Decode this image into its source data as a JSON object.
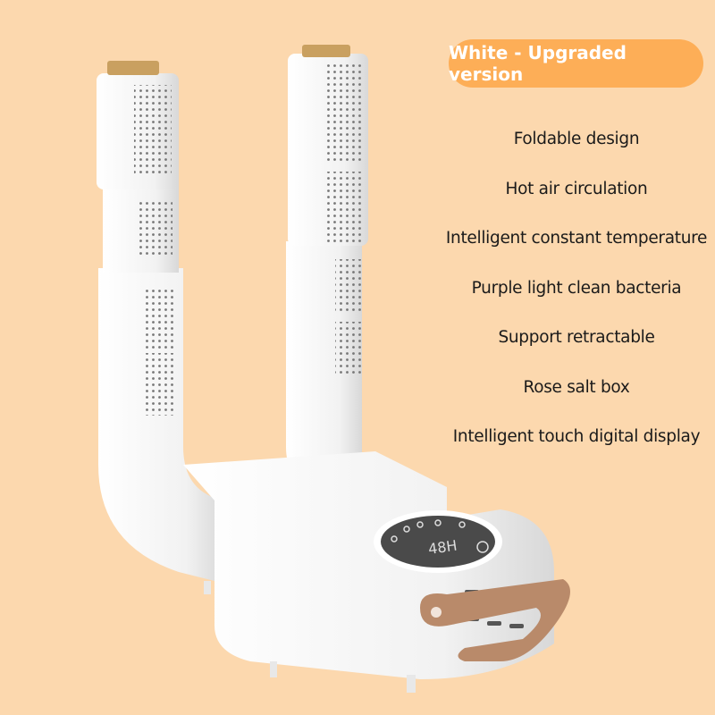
{
  "badge": {
    "label": "White - Upgraded version",
    "color": "#fdae57"
  },
  "features": [
    "Foldable design",
    "Hot air circulation",
    "Intelligent constant temperature",
    "Purple light clean bacteria",
    "Support retractable",
    "Rose salt box",
    "Intelligent touch digital display"
  ],
  "colors": {
    "background": "#fcd8ae",
    "device": "#f4f4f4",
    "strap": "#b98a6a",
    "display": "#4a4a4a"
  }
}
